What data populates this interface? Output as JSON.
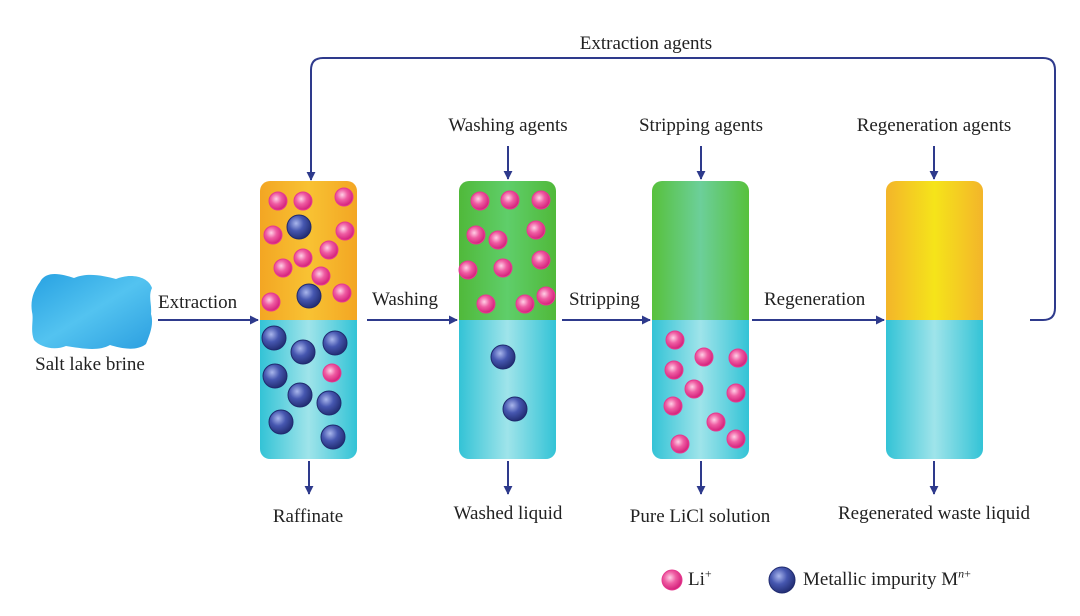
{
  "labels": {
    "extraction_agents": "Extraction agents",
    "washing_agents": "Washing agents",
    "stripping_agents": "Stripping agents",
    "regeneration_agents": "Regeneration agents",
    "extraction": "Extraction",
    "washing": "Washing",
    "stripping": "Stripping",
    "regeneration": "Regeneration",
    "salt_lake_brine": "Salt lake brine",
    "raffinate": "Raffinate",
    "washed_liquid": "Washed liquid",
    "pure_licl_solution": "Pure LiCl solution",
    "regenerated_waste_liquid": "Regenerated waste liquid"
  },
  "legend": {
    "li_label": "Li",
    "li_sup": "+",
    "metal_label": "Metallic impurity M",
    "metal_sup_n": "n",
    "metal_sup_plus": "+"
  },
  "colors": {
    "arrow": "#2e3a8c",
    "organic_orange": "#f3b52a",
    "organic_yellow": "#f7df1a",
    "organic_green": "#5cc23d",
    "aqueous_cyan": "#3fc8d8",
    "brine_blue": "#2ea6e6",
    "li_ion": "#e63a8f",
    "metal_ion": "#3a4aa0"
  }
}
